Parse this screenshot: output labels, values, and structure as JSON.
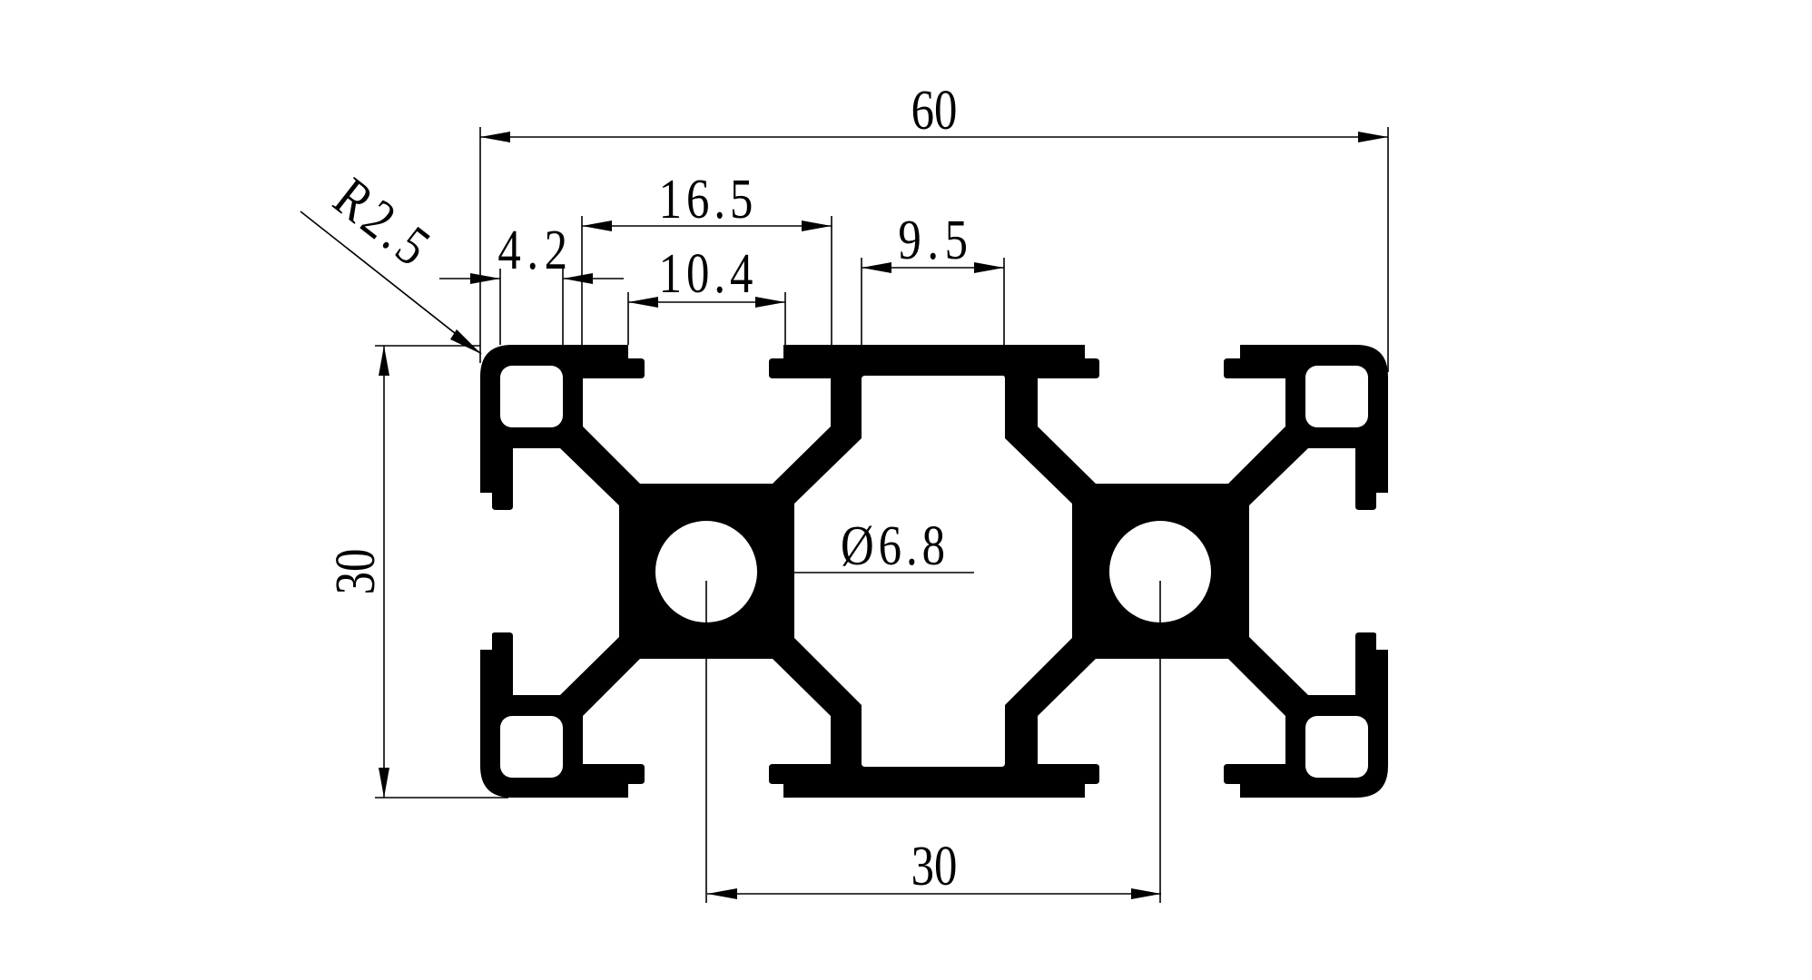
{
  "drawing": {
    "subject": "aluminium extrusion profile cross-section 30x60",
    "colors": {
      "profile": "#000000",
      "background": "#ffffff",
      "lines": "#000000"
    }
  },
  "dimensions": {
    "overall_width": {
      "label": "60"
    },
    "slot_outer": {
      "label": "16.5"
    },
    "slot_opening": {
      "label": "10.4"
    },
    "flange_width": {
      "label": "4.2"
    },
    "center_web": {
      "label": "9.5"
    },
    "corner_radius": {
      "label": "R2.5"
    },
    "hole_diameter": {
      "label": "Ø6.8"
    },
    "height": {
      "label": "30"
    },
    "hole_spacing": {
      "label": "30"
    }
  }
}
